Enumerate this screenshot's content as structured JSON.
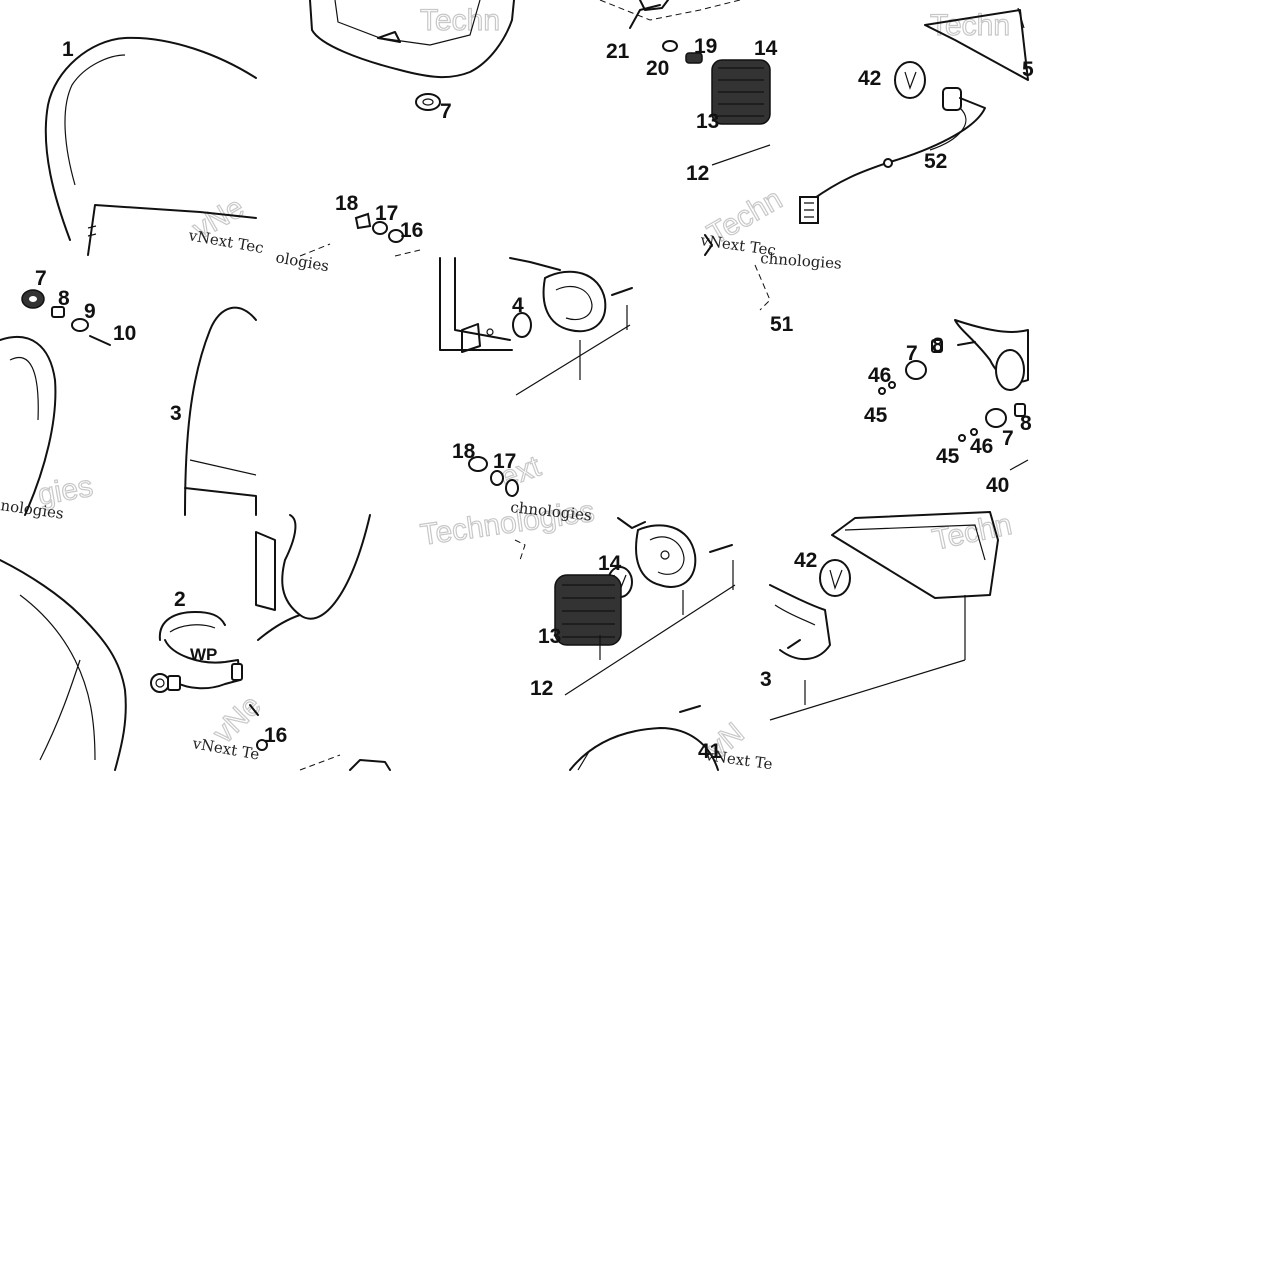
{
  "callouts": {
    "c1": "1",
    "c2": "2",
    "c3": "3",
    "c4": "4",
    "c7a": "7",
    "c7b": "7",
    "c7c": "7",
    "c7d": "7",
    "c8a": "8",
    "c8b": "8",
    "c8c": "8",
    "c9": "9",
    "c10": "10",
    "c12a": "12",
    "c12b": "12",
    "c13a": "13",
    "c13b": "13",
    "c14a": "14",
    "c14b": "14",
    "c16a": "16",
    "c16b": "16",
    "c17a": "17",
    "c17b": "17",
    "c18a": "18",
    "c18b": "18",
    "c19": "19",
    "c20": "20",
    "c21": "21",
    "c40": "40",
    "c41": "41",
    "c42a": "42",
    "c42b": "42",
    "c45a": "45",
    "c45b": "45",
    "c46a": "46",
    "c46b": "46",
    "c51": "51",
    "c52": "52",
    "c5": "5",
    "c3b": "3",
    "wp": "WP"
  },
  "watermarks": {
    "w1": "vNext Tec",
    "w2": "ologies",
    "w3": "vNext Tec",
    "w4": "chnologies",
    "w5": "nologies",
    "w6": "chnologies",
    "w7": "vNext Te",
    "w8": "vNext Te",
    "o1": "Techn",
    "o2": "Techn",
    "o3": "vNe",
    "o4": "ext",
    "o5": "Techn",
    "o6": "gies",
    "o7": "Technologies",
    "o8": "vNe",
    "o9": "vN",
    "o10": "Techn"
  }
}
